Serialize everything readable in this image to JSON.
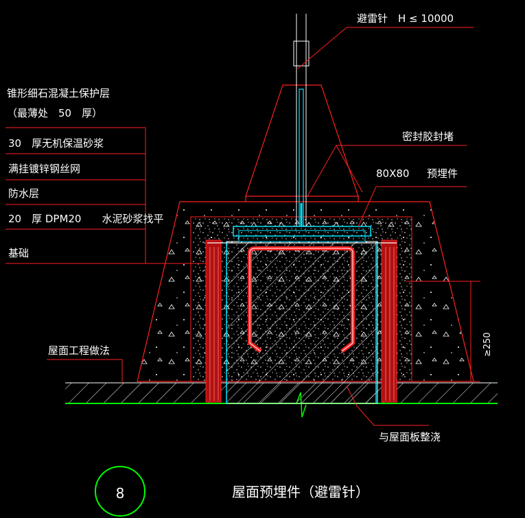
{
  "drawing": {
    "labels": {
      "lightning_rod": "避雷针　H ≤ 10000",
      "protect_layer_line1": "锥形细石混凝土保护层",
      "protect_layer_line2": "（最薄处　50　厚）",
      "insulation_mortar": "30　厚无机保温砂浆",
      "wire_mesh": "满挂镀锌钢丝网",
      "waterproof": "防水层",
      "dpm_layer": "20　厚 DPM20　　水泥砂浆找平",
      "base": "基础",
      "sealant": "密封胶封堵",
      "embedded_part_size": "80X80",
      "embedded_part": "预埋件",
      "dimension": "≥250",
      "roof_construction": "屋面工程做法",
      "cast_with_slab": "与屋面板整浇"
    },
    "detail_number": "8",
    "title": "屋面预埋件（避雷针）"
  },
  "colors": {
    "background": "#000000",
    "outline": "#ff2020",
    "leader": "#ff2020",
    "steel": "#00e5ff",
    "hatch": "#ffffff",
    "ground": "#00ff00",
    "text": "#ffffff",
    "red_fill": "#b01010"
  }
}
